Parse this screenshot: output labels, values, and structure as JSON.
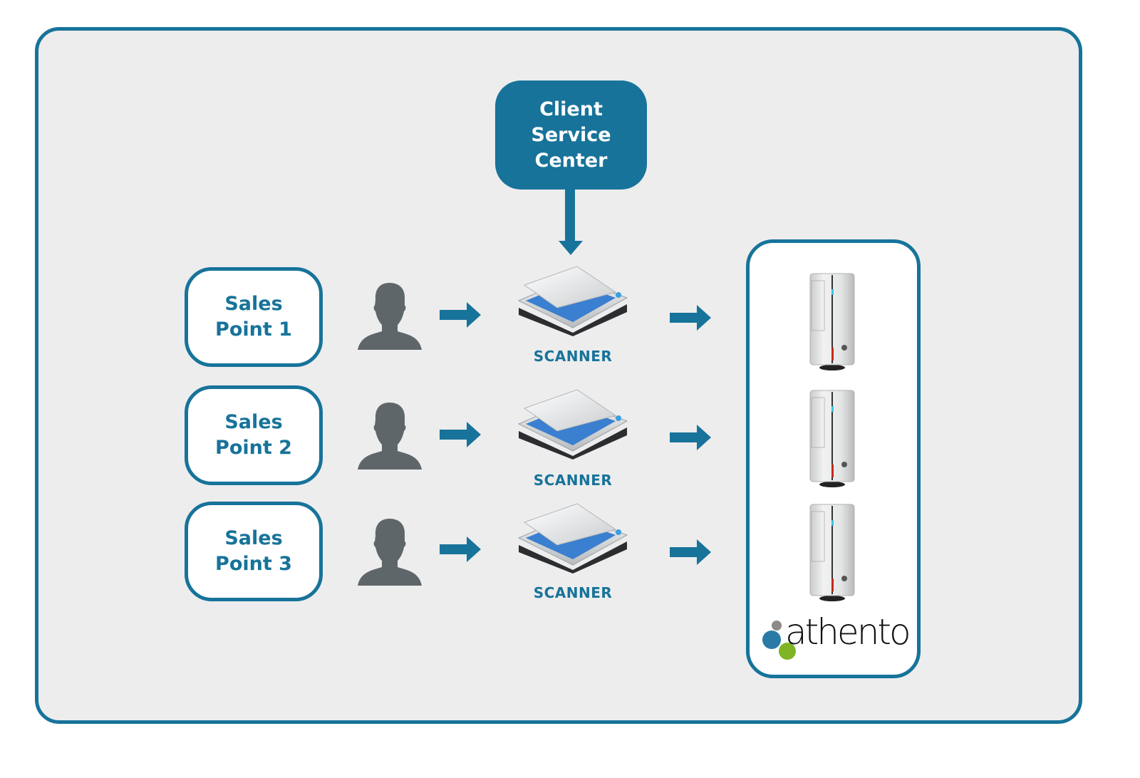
{
  "diagram": {
    "top_node": {
      "lines": [
        "Client",
        "Service",
        "Center"
      ]
    },
    "sales_points": [
      {
        "lines": [
          "Sales",
          "Point 1"
        ]
      },
      {
        "lines": [
          "Sales",
          "Point 2"
        ]
      },
      {
        "lines": [
          "Sales",
          "Point 3"
        ]
      }
    ],
    "scanners": [
      {
        "label": "SCANNER"
      },
      {
        "label": "SCANNER"
      },
      {
        "label": "SCANNER"
      }
    ],
    "server_count": 3,
    "logo": {
      "text": "athento",
      "icon": "athento-logo-icon"
    },
    "icons": {
      "user": "user-silhouette-icon",
      "arrow": "arrow-right-icon",
      "scanner": "scanner-icon",
      "server": "server-tower-icon"
    },
    "colors": {
      "accent": "#17739a",
      "background": "#ededed",
      "person": "#5f666a",
      "logo_blue": "#2a7aa6",
      "logo_green": "#7fb427",
      "logo_gray": "#8f8a86"
    }
  }
}
